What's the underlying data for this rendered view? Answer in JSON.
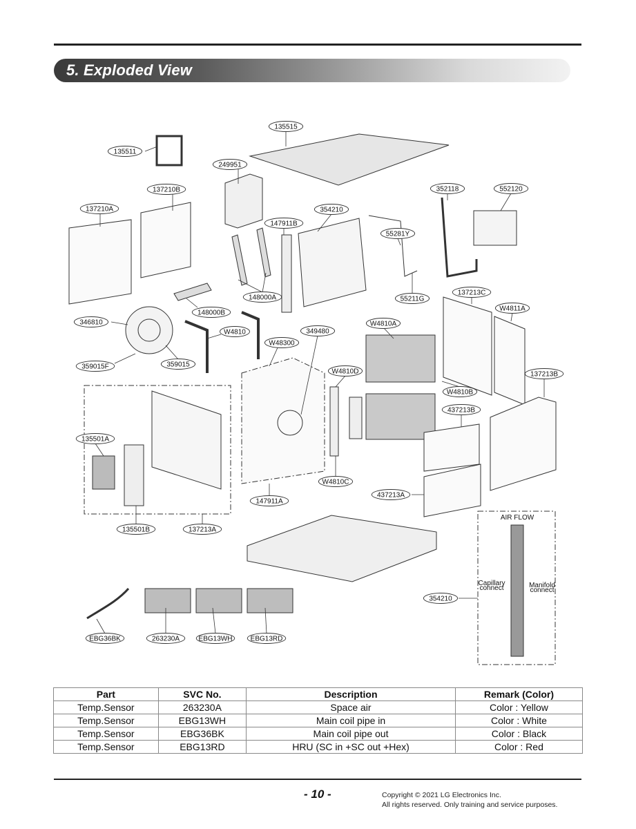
{
  "header": {
    "title": "5. Exploded View"
  },
  "diagram": {
    "callouts": {
      "c135515": "135515",
      "c135511": "135511",
      "c249951": "249951",
      "c137210B": "137210B",
      "c137210A": "137210A",
      "c147911B": "147911B",
      "c354210a": "354210",
      "c352118": "352118",
      "c552120": "552120",
      "c55281Y": "55281Y",
      "c55211G": "55211G",
      "c148000A": "148000A",
      "c148000B": "148000B",
      "c346810": "346810",
      "cW4810": "W4810",
      "cW48300": "W48300",
      "c349480": "349480",
      "cW4810A": "W4810A",
      "c137213C": "137213C",
      "cW4811A": "W4811A",
      "c359015F": "359015F",
      "c359015": "359015",
      "cW4810D": "W4810D",
      "cW4810B": "W4810B",
      "c137213B": "137213B",
      "c437213B": "437213B",
      "c135501A": "135501A",
      "cW4810C": "W4810C",
      "c147911A": "147911A",
      "c437213A": "437213A",
      "c135501B": "135501B",
      "c137213A": "137213A",
      "c354210b": "354210",
      "cEBG36BK": "EBG36BK",
      "c263230A": "263230A",
      "cEBG13WH": "EBG13WH",
      "cEBG13RD": "EBG13RD"
    },
    "detail": {
      "airflow": "AIR FLOW",
      "capillary_1": "Capillary",
      "capillary_2": "connect",
      "manifold_1": "Manifold",
      "manifold_2": "connect"
    }
  },
  "table": {
    "headers": [
      "Part",
      "SVC No.",
      "Description",
      "Remark (Color)"
    ],
    "rows": [
      [
        "Temp.Sensor",
        "263230A",
        "Space air",
        "Color : Yellow"
      ],
      [
        "Temp.Sensor",
        "EBG13WH",
        "Main coil pipe in",
        "Color : White"
      ],
      [
        "Temp.Sensor",
        "EBG36BK",
        "Main coil pipe out",
        "Color : Black"
      ],
      [
        "Temp.Sensor",
        "EBG13RD",
        "HRU (SC in +SC out +Hex)",
        "Color : Red"
      ]
    ]
  },
  "footer": {
    "page": "- 10 -",
    "copyright_line1": "Copyright © 2021 LG Electronics Inc.",
    "copyright_line2": "All rights reserved. Only training and service purposes."
  }
}
